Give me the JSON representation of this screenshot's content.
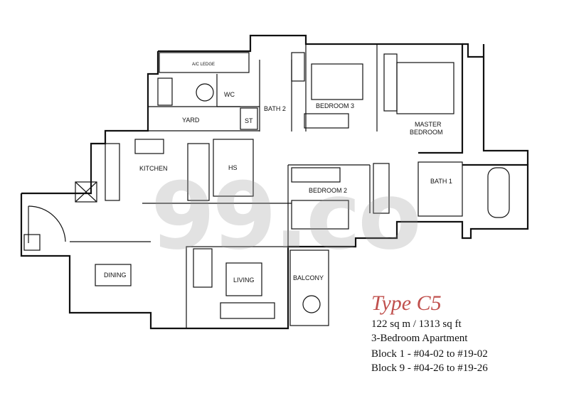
{
  "rooms": {
    "ac_ledge": "A/C LEDGE",
    "wc": "WC",
    "bath2": "BATH 2",
    "bedroom3": "BEDROOM 3",
    "master": [
      "MASTER",
      "BEDROOM"
    ],
    "yard": "YARD",
    "st": "ST",
    "kitchen": "KITCHEN",
    "hs": "HS",
    "bedroom2": "BEDROOM 2",
    "bath1": "BATH 1",
    "dining": "DINING",
    "living": "LIVING",
    "balcony": "BALCONY"
  },
  "watermark": "99.co",
  "unit": {
    "type": "Type C5",
    "area": "122 sq m / 1313 sq ft",
    "apartment": "3-Bedroom Apartment",
    "blocks": [
      "Block 1 - #04-02 to #19-02",
      "Block 9 - #04-26 to #19-26"
    ]
  },
  "colors": {
    "accent": "#c0504d",
    "wall": "#111111"
  }
}
